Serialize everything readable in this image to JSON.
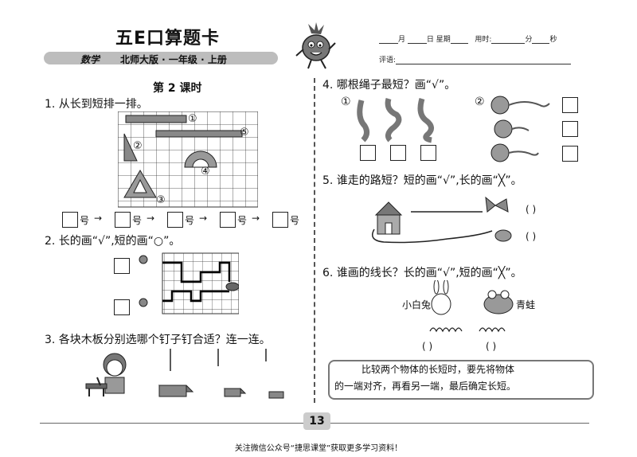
{
  "header": {
    "title": "五E口算题卡",
    "subject": "数学",
    "edition": "北师大版 · 一年级 · 上册",
    "date_month": "月",
    "date_day": "日",
    "weekday": "星期",
    "time_used": "用时:",
    "minutes": "分",
    "seconds": "秒",
    "comment": "评语:"
  },
  "lesson": {
    "title": "第 2 课时"
  },
  "q1": {
    "title": "1. 从长到短排一排。",
    "labels": [
      "①",
      "②",
      "③",
      "④",
      "⑤"
    ],
    "order_unit": "号",
    "arrow": "→"
  },
  "q2": {
    "title": "2. 长的画“√”,短的画“○”。"
  },
  "q3": {
    "title": "3. 各块木板分别选哪个钉子钉合适？连一连。"
  },
  "q4": {
    "title": "4. 哪根绳子最短？画“√”。",
    "part1": "①",
    "part2": "②"
  },
  "q5": {
    "title": "5. 谁走的路短？短的画“√”,长的画“╳”。",
    "paren": "(      )"
  },
  "q6": {
    "title": "6. 谁画的线长？长的画“√”,短的画“╳”。",
    "rabbit": "小白兔",
    "frog": "青蛙",
    "paren": "(      )"
  },
  "tip": {
    "line1": "比较两个物体的长短时，要先将物体",
    "line2": "的一端对齐，再看另一端，最后确定长短。"
  },
  "page_number": "13",
  "footer": "关注微信公众号“捷思课堂”获取更多学习资料！"
}
